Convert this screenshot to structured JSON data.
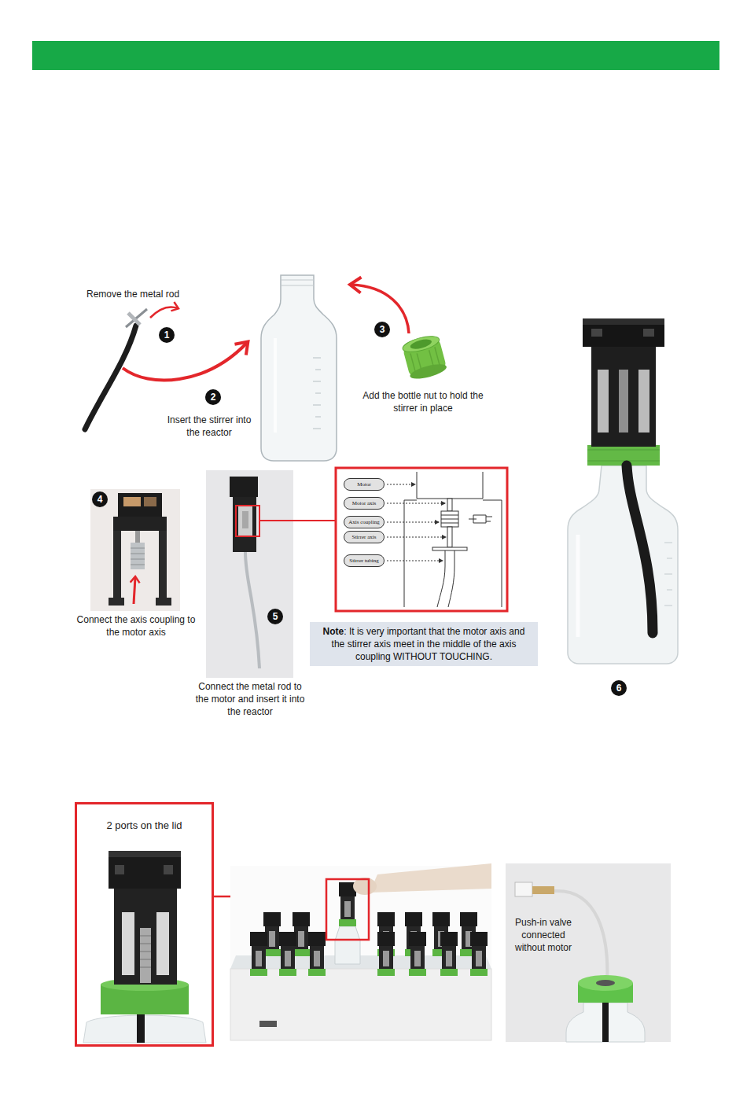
{
  "diagram": {
    "nodes": [
      {
        "text": [
          "Motor"
        ]
      },
      {
        "text": [
          "Motor axis"
        ]
      },
      {
        "text": [
          "Axis coupling"
        ]
      },
      {
        "text": [
          "Stirrer axis"
        ]
      },
      {
        "text": [
          "Stirrer tubing"
        ]
      },
      {
        "text": [
          "Note",
          ": It is very important that the motor axis and the stirrer axis meet in the middle of the axis coupling WITHOUT TOUCHING."
        ]
      },
      {
        "text": [
          "2 ports on the lid"
        ]
      }
    ],
    "labels": [
      "Remove the metal rod",
      "1",
      "2",
      "Insert the stirrer into the reactor",
      "3",
      "Add the bottle nut to hold the stirrer in place",
      "4",
      "Connect the axis coupling to the motor axis",
      "5",
      "Connect the metal rod to the motor and insert it into the reactor",
      "6",
      "Push-in valve connected without motor"
    ]
  }
}
